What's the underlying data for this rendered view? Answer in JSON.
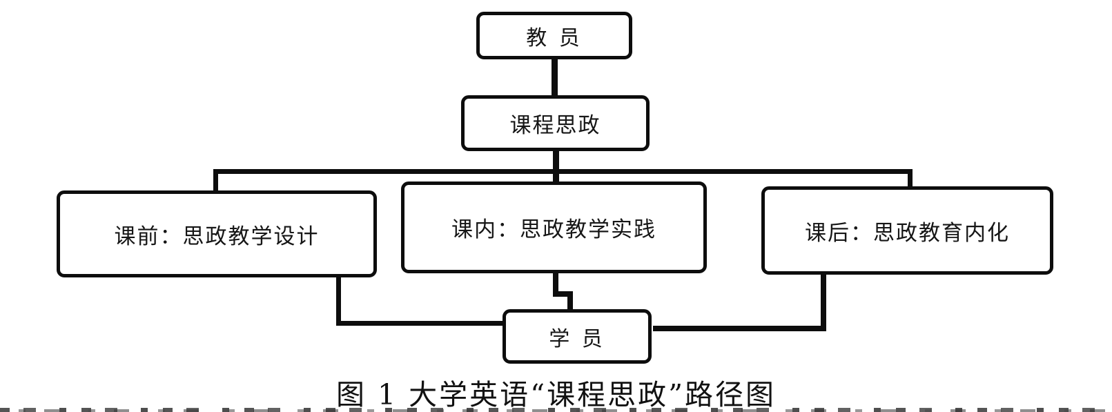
{
  "figure": {
    "caption": "图 1  大学英语“课程思政”路径图",
    "nodes": {
      "teacher": "教 员",
      "course": "课程思政",
      "before_class": "课前：思政教学设计",
      "in_class": "课内：思政教学实践",
      "after_class": "课后：思政教育内化",
      "student": "学 员"
    },
    "line_color": "#0d0d0d",
    "background_color": "#ffffff"
  }
}
